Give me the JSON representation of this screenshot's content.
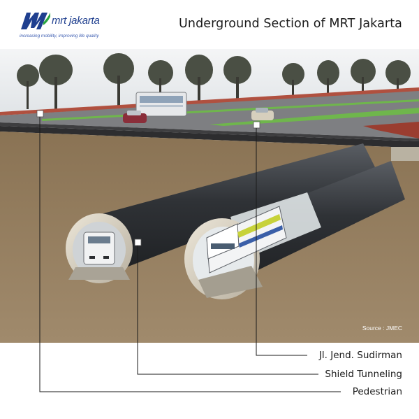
{
  "header": {
    "logo_name": "mrt jakarta",
    "logo_tagline": "increasing mobility, improving life quality",
    "title": "Underground Section of MRT Jakarta"
  },
  "source": "Source : JMEC",
  "callouts": [
    {
      "label": "Jl. Jend. Sudirman"
    },
    {
      "label": "Shield Tunneling"
    },
    {
      "label": "Pedestrian"
    }
  ],
  "colors": {
    "brand": "#1f3f8f",
    "soil": "#8e7a5e",
    "sky": "#e9ecef",
    "road": "#7d7d7f",
    "tunnel_liner": "#d8d2c4",
    "tunnel_dark": "#3a3d42"
  }
}
